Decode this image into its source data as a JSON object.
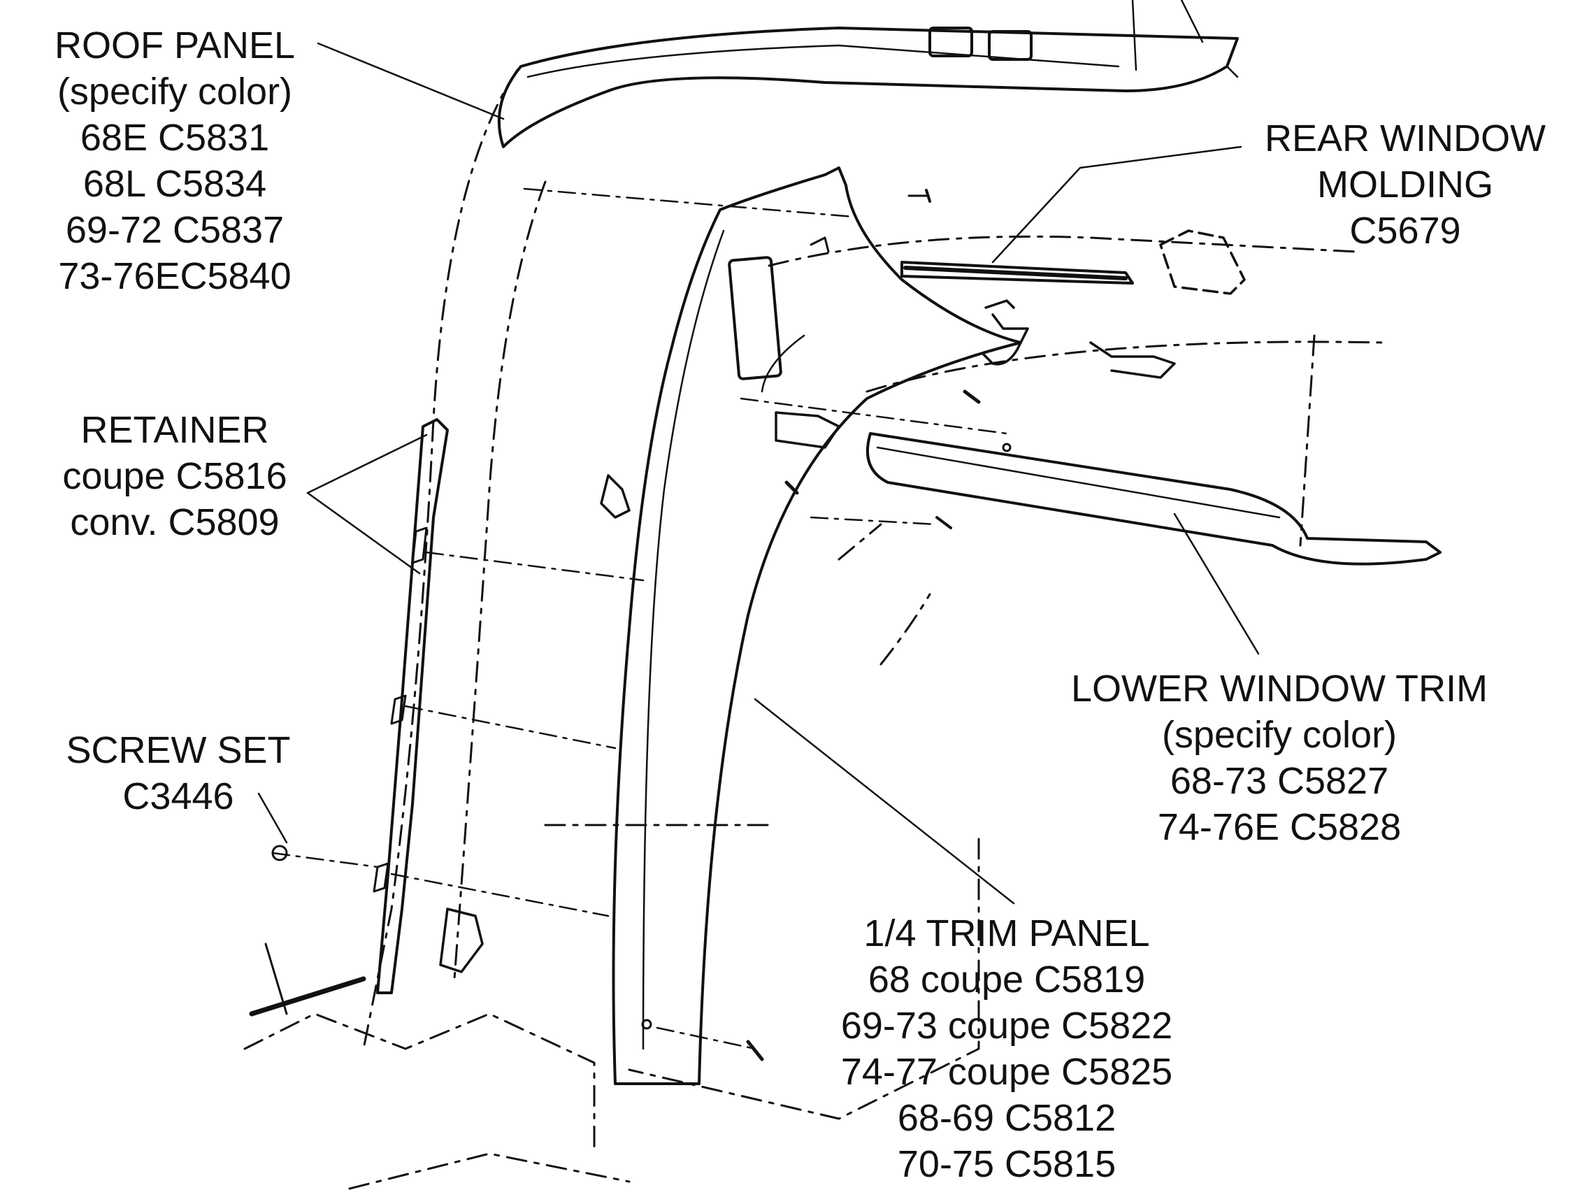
{
  "callouts": {
    "roof_panel": [
      "ROOF PANEL",
      "(specify color)",
      "68E  C5831",
      "68L  C5834",
      "69-72  C5837",
      "73-76EC5840"
    ],
    "rear_window_molding": [
      "REAR WINDOW",
      "MOLDING",
      "C5679"
    ],
    "retainer": [
      "RETAINER",
      "coupe  C5816",
      "conv.  C5809"
    ],
    "screw_set": [
      "SCREW SET",
      "C3446"
    ],
    "lower_window_trim": [
      "LOWER WINDOW TRIM",
      "(specify color)",
      "68-73 C5827",
      "74-76E C5828"
    ],
    "quarter_trim_panel": [
      "1/4 TRIM PANEL",
      "68 coupe C5819",
      "69-73 coupe C5822",
      "74-77 coupe C5825",
      "68-69 C5812",
      "70-75 C5815"
    ]
  },
  "colors": {
    "ink": "#111111",
    "background": "#ffffff"
  }
}
